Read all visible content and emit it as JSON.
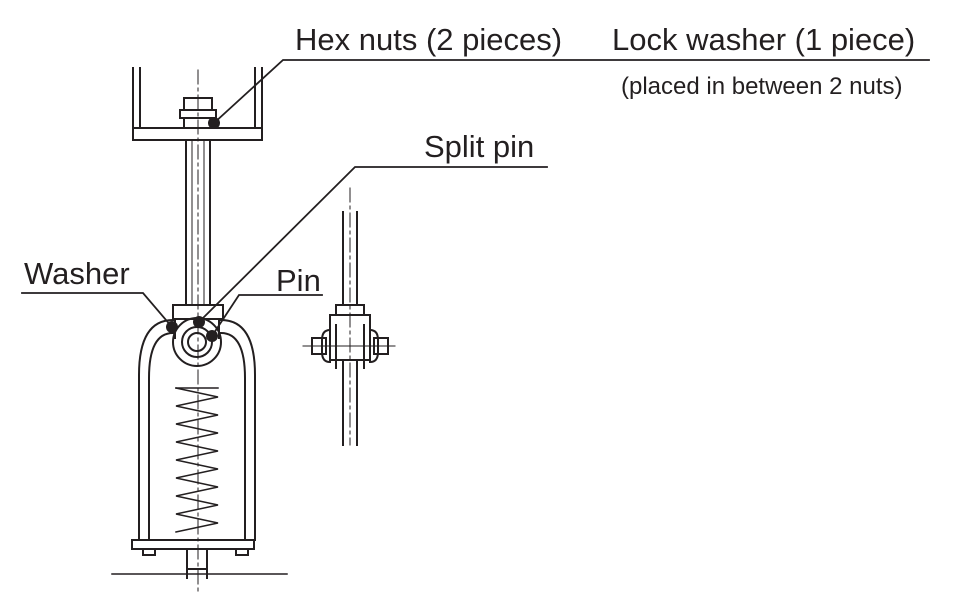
{
  "labels": {
    "hex_nuts": "Hex nuts (2 pieces)",
    "lock_washer": "Lock washer (1 piece)",
    "lock_washer_note": "(placed in between 2 nuts)",
    "split_pin": "Split pin",
    "washer": "Washer",
    "pin": "Pin"
  },
  "colors": {
    "ink": "#231f20",
    "background": "#ffffff"
  }
}
